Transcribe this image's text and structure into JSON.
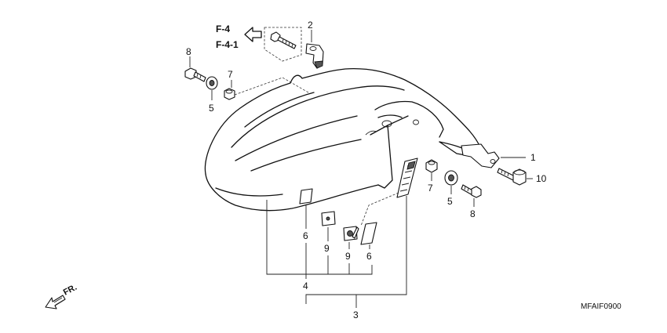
{
  "diagram": {
    "ref_codes": [
      "F-4",
      "F-4-1"
    ],
    "part_numbers": {
      "p1": "1",
      "p2": "2",
      "p3": "3",
      "p4": "4",
      "p5a": "5",
      "p5b": "5",
      "p6a": "6",
      "p6b": "6",
      "p7a": "7",
      "p7b": "7",
      "p8a": "8",
      "p8b": "8",
      "p9a": "9",
      "p9b": "9",
      "p10": "10"
    },
    "direction_label": "FR.",
    "diagram_code": "MFAIF0900"
  }
}
